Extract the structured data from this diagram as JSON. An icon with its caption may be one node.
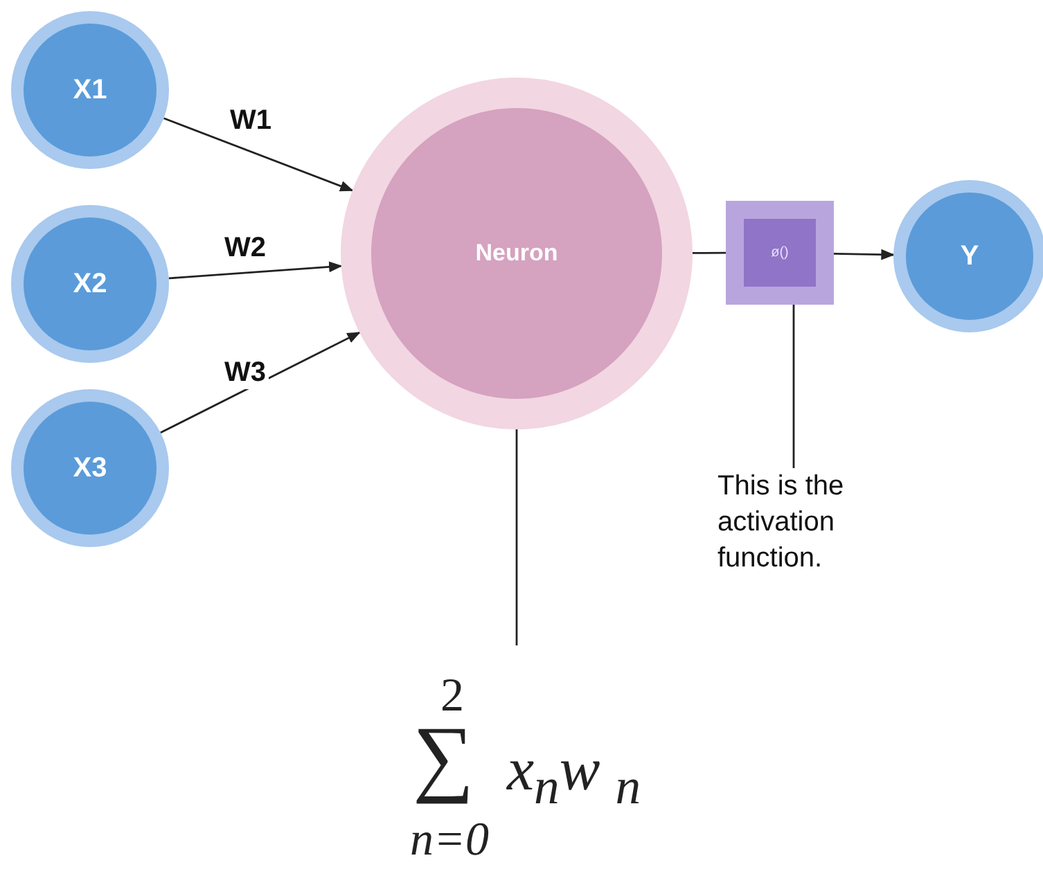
{
  "diagram": {
    "nodes": [
      {
        "text": [
          "X1"
        ]
      },
      {
        "text": [
          "X2"
        ]
      },
      {
        "text": [
          "X3"
        ]
      },
      {
        "text": [
          "Neuron"
        ]
      },
      {
        "text": [
          "ø()"
        ]
      },
      {
        "text": [
          "Y"
        ]
      },
      {
        "text": [
          "This is the activation function."
        ]
      },
      {
        "text": [
          "2",
          "∑",
          "n=0",
          "x$_{n}$w $_{n}$"
        ]
      }
    ],
    "edges": [
      {
        "from": 0,
        "to": 3,
        "arrow": "to",
        "label": "W1"
      },
      {
        "from": 1,
        "to": 3,
        "arrow": "to",
        "label": "W2"
      },
      {
        "from": 2,
        "to": 3,
        "arrow": "to",
        "label": "W3"
      },
      {
        "from": 3,
        "to": 4,
        "arrow": "none"
      },
      {
        "from": 4,
        "to": 5,
        "arrow": "to"
      },
      {
        "from": 6,
        "to": 4,
        "arrow": "none"
      },
      {
        "from": 7,
        "to": 3,
        "arrow": "none"
      }
    ]
  }
}
